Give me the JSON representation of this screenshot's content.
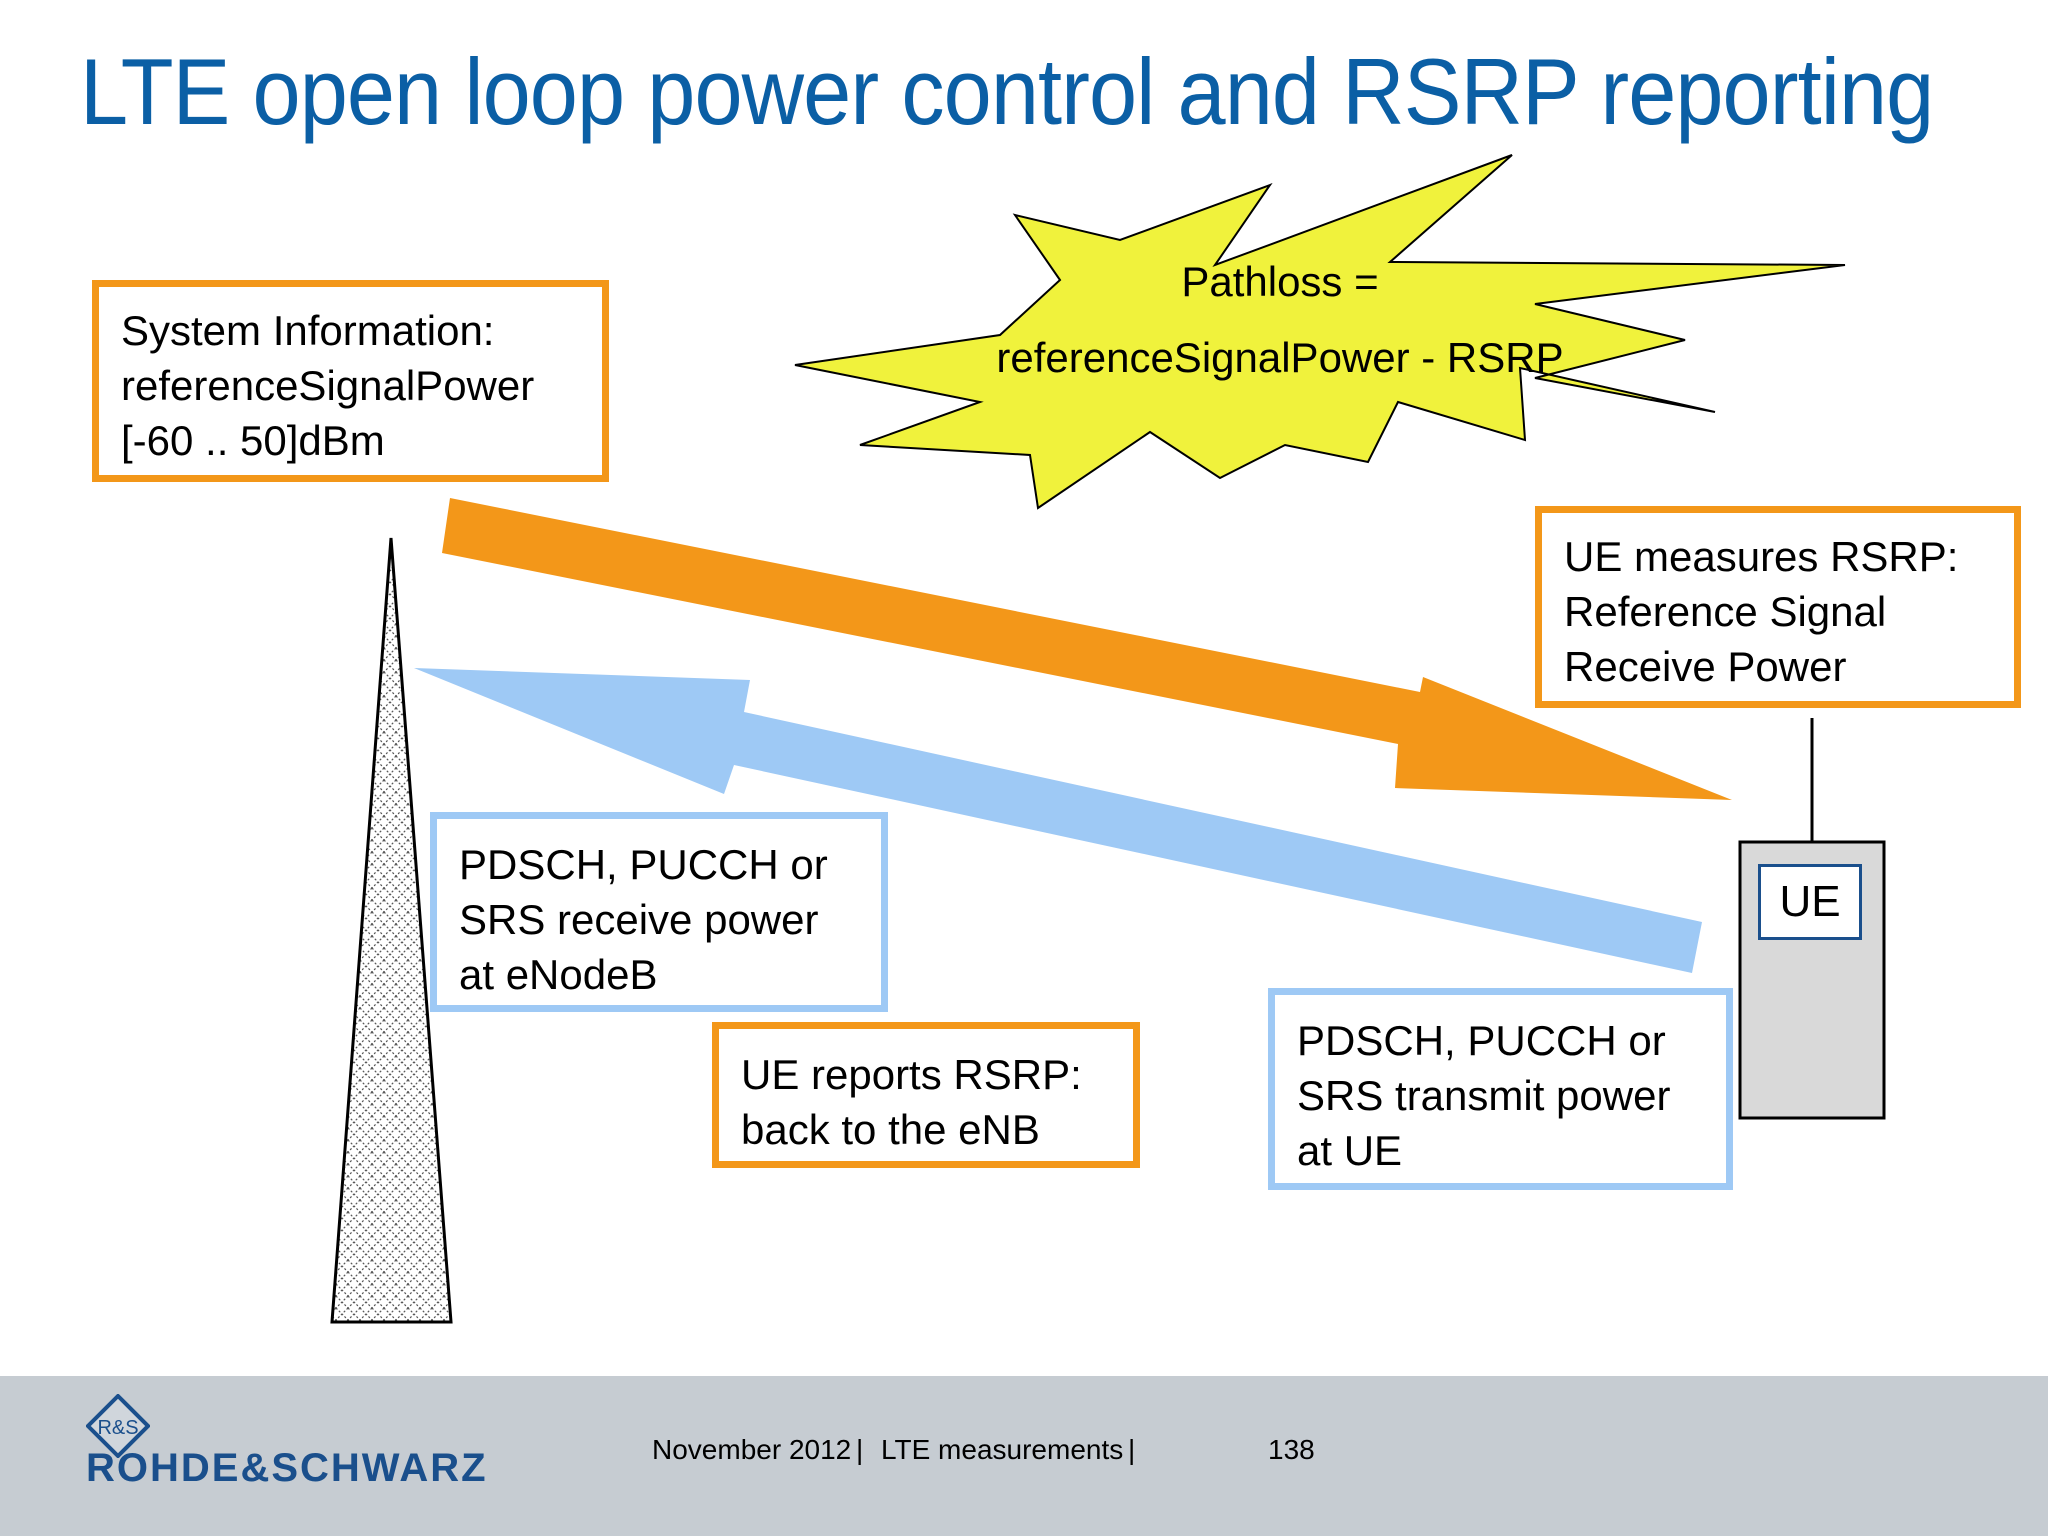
{
  "title": "LTE open loop power control and RSRP reporting",
  "colors": {
    "title": "#0b5fa5",
    "orange": "#f39719",
    "blue": "#9ec9f5",
    "star": "#f0f23c",
    "footer": "#c6ccd2",
    "logo": "#1a4f8c"
  },
  "pathloss": {
    "line1": "Pathloss =",
    "line2": "referenceSignalPower - RSRP"
  },
  "sysinfo": {
    "line1": "System Information:",
    "line2": "referenceSignalPower",
    "line3": "[-60 .. 50]dBm"
  },
  "ue_measures": {
    "line1": "UE measures RSRP:",
    "line2": "Reference Signal",
    "line3": "Receive Power"
  },
  "enb_receive": {
    "line1": "PDSCH, PUCCH or",
    "line2": "SRS receive power",
    "line3": "at eNodeB"
  },
  "ue_reports": {
    "line1": "UE reports RSRP:",
    "line2": "back to the eNB"
  },
  "ue_transmit": {
    "line1": "PDSCH, PUCCH or",
    "line2": "SRS transmit power",
    "line3": "at UE"
  },
  "ue_device": {
    "label": "UE"
  },
  "footer": {
    "logo": "ROHDE&SCHWARZ",
    "logo_mark": "R&S",
    "date": "November 2012",
    "topic": "LTE measurements",
    "page": "138"
  }
}
